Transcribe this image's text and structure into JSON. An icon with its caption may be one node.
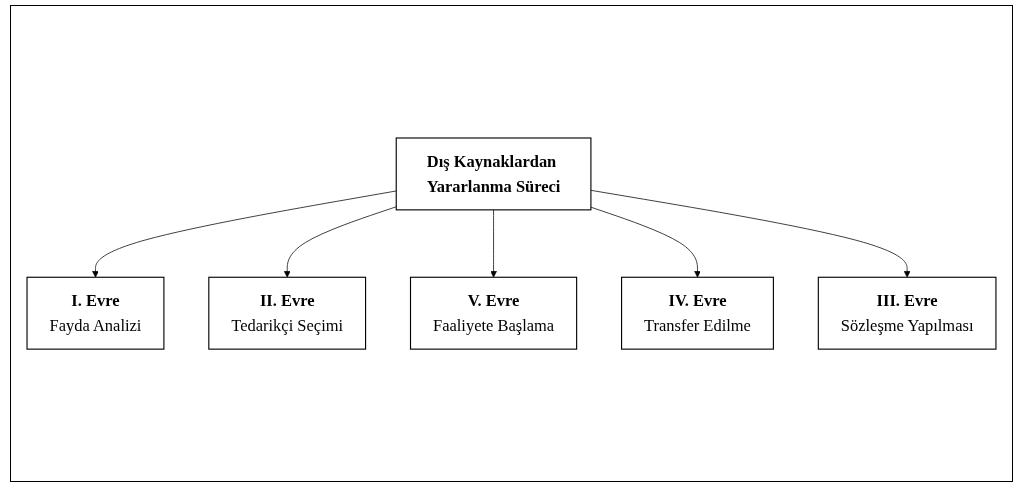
{
  "diagram": {
    "nodes": [
      {
        "text": [
          "I. Evre",
          "Fayda Analizi"
        ]
      },
      {
        "text": [
          "II. Evre",
          "Tedarikçi Seçimi"
        ]
      },
      {
        "text": [
          "Dış Kaynaklardan Yararlanma Süreci"
        ]
      },
      {
        "text": [
          "V. Evre",
          "Faaliyete Başlama"
        ]
      },
      {
        "text": [
          "IV. Evre",
          "Transfer Edilme"
        ]
      },
      {
        "text": [
          "III. Evre",
          "Sözleşme Yapılması"
        ]
      }
    ],
    "edges": [
      {
        "from": 2,
        "to": 0,
        "arrow": "to"
      },
      {
        "from": 2,
        "to": 1,
        "arrow": "to"
      },
      {
        "from": 2,
        "to": 3,
        "arrow": "to"
      },
      {
        "from": 2,
        "to": 4,
        "arrow": "to"
      },
      {
        "from": 2,
        "to": 5,
        "arrow": "to"
      }
    ]
  }
}
